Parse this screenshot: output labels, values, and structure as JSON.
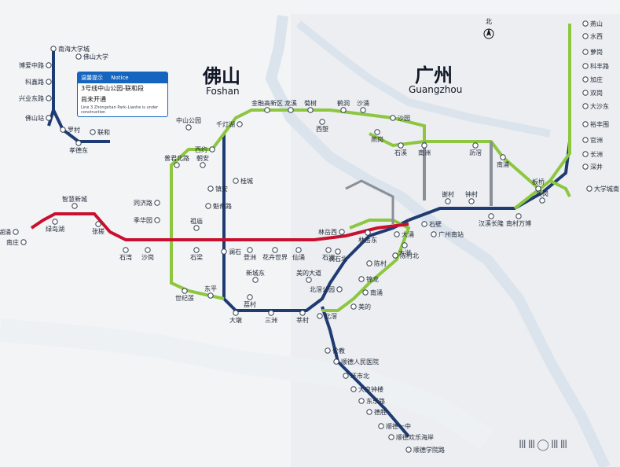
{
  "cities": {
    "foshan_cn": "佛山",
    "foshan_en": "Foshan",
    "guangzhou_cn": "广州",
    "guangzhou_en": "Guangzhou"
  },
  "notice": {
    "badge": "温馨提示",
    "badge_en": "Notice",
    "text_line1": "3号线中山公园-联和段",
    "text_line2": "尚未开通",
    "text_en": "Line 3 Zhongshan Park–Lianhe is under construction"
  },
  "north_label": "北",
  "watermark": "ⅢⅢ◯ⅢⅢ",
  "colors": {
    "line_green": "#8dc63f",
    "line_navy": "#1f3b73",
    "line_red": "#c8102e",
    "line_blue": "#1565c0",
    "line_gray": "#8a8f98",
    "river": "#cfd8e3"
  },
  "stations": {
    "s01": "南海大学城",
    "s02": "佛山大学",
    "s03": "博爱中路",
    "s04": "科鑫路",
    "s05": "兴业东路",
    "s06": "佛山站",
    "s07": "罗村",
    "s08": "联和",
    "s09": "孝德东",
    "s10": "中山公园",
    "s11": "普君北路",
    "s12": "朝安",
    "s13": "西约",
    "s14": "桂城",
    "s15": "千灯湖",
    "s16": "金融高新区",
    "s17": "龙溪",
    "s18": "菊树",
    "s19": "西塱",
    "s20": "鹤洞",
    "s21": "沙涌",
    "s22": "沙园",
    "s23": "燕岗",
    "s24": "石溪",
    "s25": "南洲",
    "s26": "沥滘",
    "s27": "南浦",
    "s28": "镇安",
    "s29": "祖庙",
    "s30": "同济路",
    "s31": "季华园",
    "s32": "魁奇路",
    "s33": "湖涌",
    "s34": "绿岛湖",
    "s35": "南庄",
    "s36": "智慧新城",
    "s37": "张槎",
    "s38": "石湾",
    "s39": "沙岗",
    "s40": "石梁",
    "s41": "澜石",
    "s42": "登洲",
    "s43": "花卉世界",
    "s44": "仙涌",
    "s45": "石洲",
    "s46": "林岳西",
    "s47": "林岳东",
    "s48": "石壁",
    "s49": "广州南站",
    "s50": "大洲",
    "s51": "陈村北",
    "s52": "陈村",
    "s53": "锦龙",
    "s54": "南涌",
    "s55": "美的",
    "s56": "北滘公园",
    "s57": "美的大道",
    "s58": "北滘",
    "s59": "莘村",
    "s60": "三洲",
    "s61": "世纪莲",
    "s62": "东平",
    "s63": "大墩",
    "s64": "新城东",
    "s65": "荔村",
    "s66": "谢村",
    "s67": "钟村",
    "s68": "汉溪长隆",
    "s69": "南村万博",
    "s70": "员岗",
    "s71": "板桥",
    "s72": "大学城南",
    "s73": "深井",
    "s74": "长洲",
    "s75": "官洲",
    "s76": "燕山",
    "s77": "水西",
    "s78": "萝岗",
    "s79": "科丰路",
    "s80": "加庄",
    "s81": "大沙东",
    "s82": "裕丰围",
    "s83": "双岗",
    "s84": "伦教",
    "s85": "顺德人民医院",
    "s86": "环市北",
    "s87": "大良钟楼",
    "s88": "东乐路",
    "s89": "德胜",
    "s90": "顺德一中",
    "s91": "顺德欢乐海岸",
    "s92": "顺德学院路",
    "s93": "澜石北",
    "s94": "大涌"
  }
}
